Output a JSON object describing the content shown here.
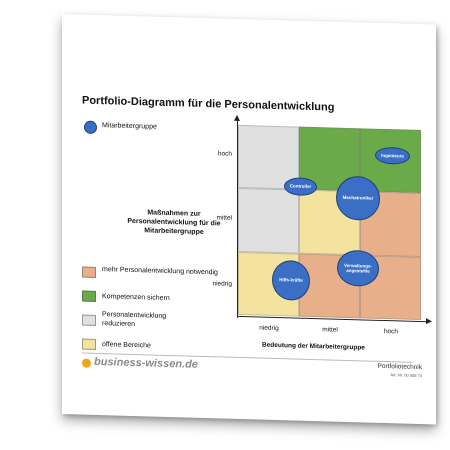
{
  "title": "Portfolio-Diagramm für die Personalentwicklung",
  "legend_bubble_label": "Mitarbeitergruppe",
  "measures_title": "Maßnahmen zur Personalentwicklung für die Mitarbeitergruppe",
  "y_ticks": [
    "hoch",
    "mittel",
    "niedrig"
  ],
  "x_ticks": [
    "niedrig",
    "mittel",
    "hoch"
  ],
  "x_axis_title": "Bedeutung der Mitarbeitergruppe",
  "colors": {
    "orange": "#e8b08a",
    "green": "#6aaa48",
    "grey": "#e0e0e0",
    "yellow": "#f3e39e",
    "bubble": "#3b6fc6"
  },
  "legend": [
    {
      "color": "orange",
      "label": "mehr Personalentwicklung notwendig"
    },
    {
      "color": "green",
      "label": "Kompetenzen sichern"
    },
    {
      "color": "grey",
      "label": "Personalentwicklung reduzieren"
    },
    {
      "color": "yellow",
      "label": "offene Bereiche"
    }
  ],
  "matrix": [
    [
      "grey",
      "green",
      "green"
    ],
    [
      "grey",
      "yellow",
      "orange"
    ],
    [
      "yellow",
      "orange",
      "orange"
    ]
  ],
  "bubbles": [
    {
      "label": "Ingenieure"
    },
    {
      "label": "Controller"
    },
    {
      "label": "Mechatroniker"
    },
    {
      "label": "Verwaltungs-angestellte"
    },
    {
      "label": "Hilfs-kräfte"
    }
  ],
  "brand": "business-wissen.de",
  "footer_name": "Portfoliotechnik",
  "footer_art": "Art.-Nr. 00 058 74"
}
